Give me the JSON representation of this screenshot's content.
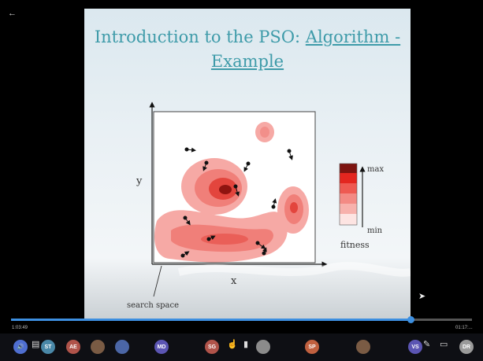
{
  "player": {
    "elapsed": "1:03:49",
    "duration": "01:17:...",
    "progress": 0.86
  },
  "slide": {
    "title_part1": "Introduction to the PSO: ",
    "title_part2": "Algorithm -",
    "title_part3": "Example",
    "y_label": "y",
    "x_label": "x",
    "max_label": "max",
    "min_label": "min",
    "fitness_label": "fitness",
    "search_space_label": "search space"
  },
  "participants": [
    {
      "initials": "",
      "color": "#4f6fd1",
      "icon": "audio-icon"
    },
    {
      "initials": "ST",
      "color": "#4a88a8"
    },
    {
      "initials": "AE",
      "color": "#b0534a"
    },
    {
      "initials": "",
      "color": "#7a5b44",
      "icon": "photo-avatar"
    },
    {
      "initials": "",
      "color": "#4b66a6",
      "icon": "photo-avatar"
    },
    {
      "initials": "MD",
      "color": "#5b55b3"
    },
    {
      "initials": "SG",
      "color": "#b0534a"
    },
    {
      "initials": "",
      "color": "#8b8b8b",
      "icon": "photo-avatar"
    },
    {
      "initials": "SP",
      "color": "#c0603f"
    },
    {
      "initials": "",
      "color": "#7a5b44",
      "icon": "photo-avatar"
    },
    {
      "initials": "VS",
      "color": "#5b55b3"
    },
    {
      "initials": "DR",
      "color": "#9a9a9a"
    }
  ]
}
